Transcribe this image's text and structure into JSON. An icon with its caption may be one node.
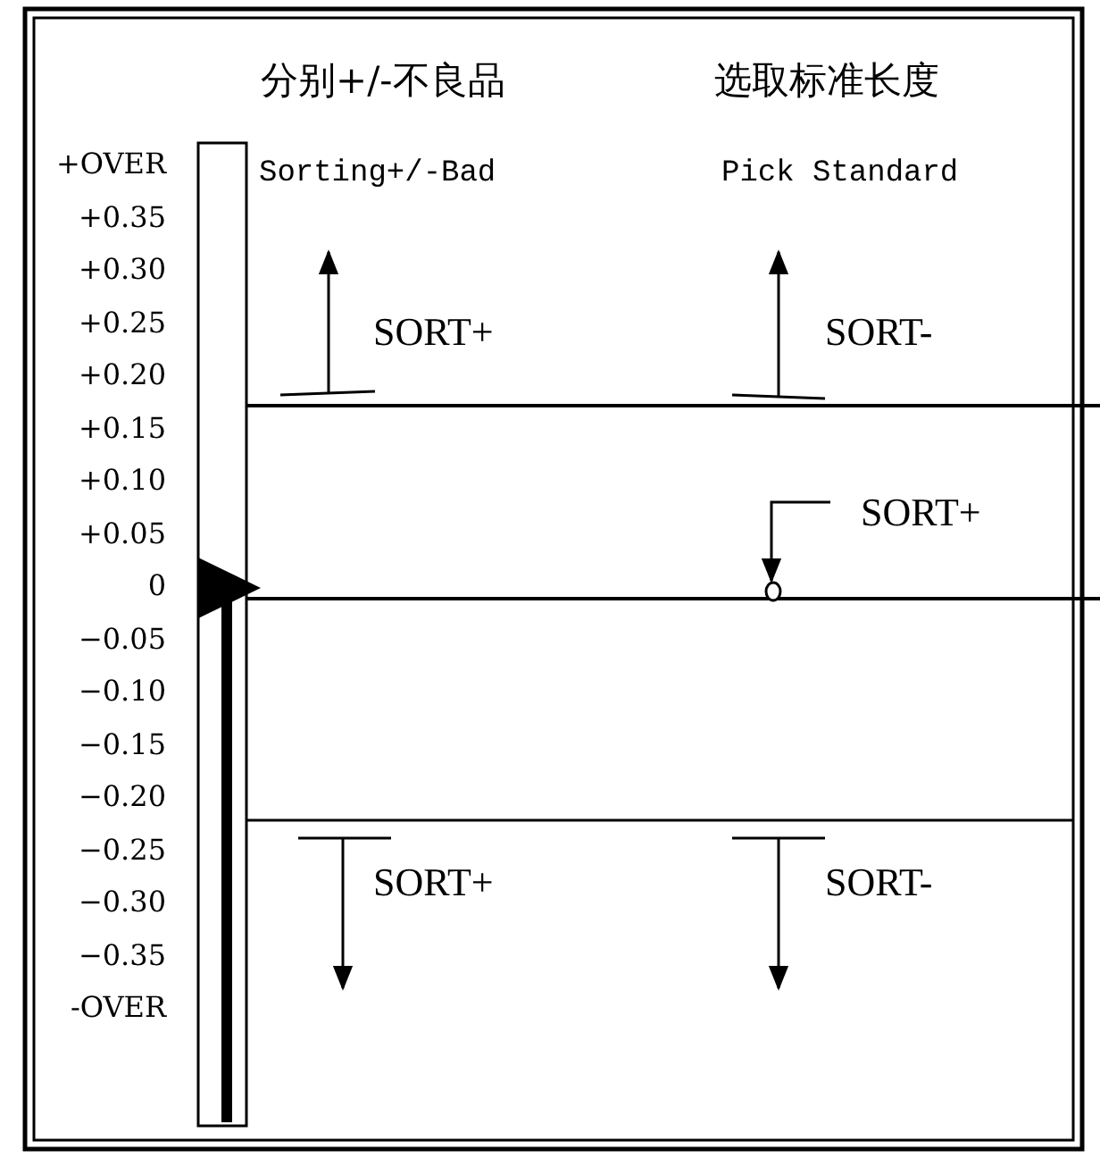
{
  "diagram": {
    "labels": [
      "分别+/-不良品",
      "选取标准长度",
      "+OVER",
      "Sorting+/-Bad",
      "Pick Standard",
      "+0.35",
      "+0.30",
      "+0.25",
      "+0.20",
      "+0.15",
      "+0.10",
      "+0.05",
      "0",
      "−0.05",
      "−0.10",
      "−0.15",
      "−0.20",
      "−0.25",
      "−0.30",
      "−0.35",
      "-OVER",
      "SORT+",
      "SORT-",
      "SORT+",
      "SORT+",
      "SORT-"
    ]
  }
}
